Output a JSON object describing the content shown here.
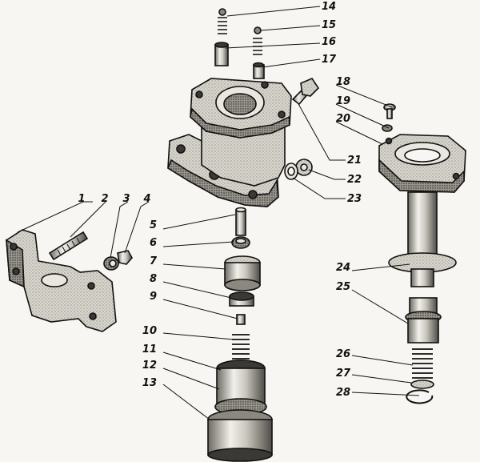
{
  "callouts": [
    "1",
    "2",
    "3",
    "4",
    "5",
    "6",
    "7",
    "8",
    "9",
    "10",
    "11",
    "12",
    "13",
    "14",
    "15",
    "16",
    "17",
    "18",
    "19",
    "20",
    "21",
    "22",
    "23",
    "24",
    "25",
    "26",
    "27",
    "28"
  ]
}
